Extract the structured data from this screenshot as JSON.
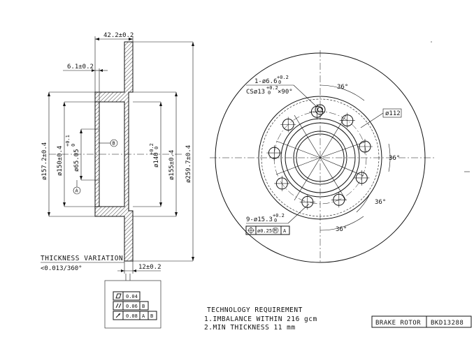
{
  "drawing": {
    "side_view": {
      "dim_total_thickness": "42.2±0.2",
      "dim_hat_offset": "6.1±0.2",
      "dim_d157": "ø157.2±0.4",
      "dim_d150": "ø150±0.4",
      "dim_d65": "ø65.05",
      "dim_d65_tol": "+0.1",
      "dim_d65_tol2": "0",
      "dim_d140": "ø140",
      "dim_d140_tol": "+0.2",
      "dim_d140_tol2": "0",
      "dim_d155": "ø155±0.4",
      "dim_d259": "ø259.7±0.4",
      "dim_disc_thickness": "12±0.2",
      "datum_a": "A",
      "datum_b": "B",
      "thickness_variation_label": "THICKNESS VARIATION",
      "thickness_variation_value": "<0.013/360°"
    },
    "tolerance_frame": {
      "rows": [
        {
          "symbol": "flatness",
          "value": "0.04",
          "datums": []
        },
        {
          "symbol": "parallelism",
          "value": "0.06",
          "datums": [
            "B"
          ]
        },
        {
          "symbol": "runout",
          "value": "0.08",
          "datums": [
            "A",
            "B"
          ]
        }
      ]
    },
    "front_view": {
      "hole_callout_line1": "1-ø6.6",
      "hole_callout_tol1a": "+0.2",
      "hole_callout_tol1b": "0",
      "hole_callout_line2": "CSø13",
      "hole_callout_tol2a": "+0.2",
      "hole_callout_tol2b": "0",
      "hole_callout_line2_suffix": "×90°",
      "angle_label": "36°",
      "pcd_label": "ø112",
      "bolt_holes_callout": "9-ø15.3",
      "bolt_holes_tol_a": "+0.2",
      "bolt_holes_tol_b": "0",
      "position_tolerance": "ø0.25",
      "position_modifier": "M",
      "position_datum": "A"
    },
    "notes": {
      "heading": "TECHNOLOGY REQUIREMENT",
      "line1": "1.IMBALANCE WITHIN 216 gcm",
      "line2": "2.MIN THICKNESS 11 mm"
    },
    "title_block": {
      "part_name": "BRAKE ROTOR",
      "part_number": "BKD13288"
    }
  }
}
